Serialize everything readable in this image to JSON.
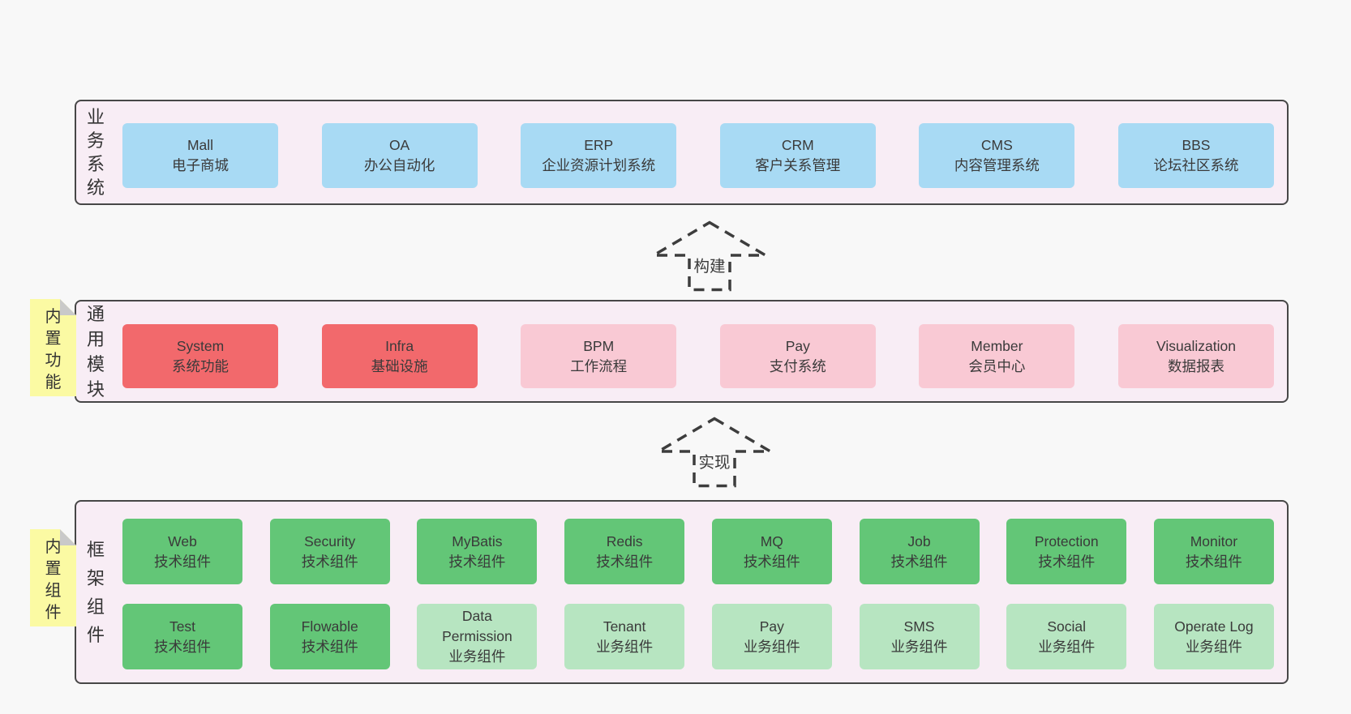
{
  "colors": {
    "page_bg": "#f8f8f8",
    "container_bg": "#f8edf5",
    "container_border": "#474747",
    "blue": "#a8daf4",
    "red": "#f2696c",
    "pink": "#f9c9d4",
    "green": "#63c677",
    "light_green": "#b7e5c1",
    "note_yellow": "#fbfaa3",
    "fold_gray": "#c9c9c9",
    "dash": "#3d3d3d",
    "text": "#3a3a3a"
  },
  "arrows": [
    {
      "label": "构建"
    },
    {
      "label": "实现"
    }
  ],
  "layers": [
    {
      "label": "业务系统",
      "rows": [
        [
          {
            "title": "Mall",
            "subtitle": "电子商城",
            "variant": "blue"
          },
          {
            "title": "OA",
            "subtitle": "办公自动化",
            "variant": "blue"
          },
          {
            "title": "ERP",
            "subtitle": "企业资源计划系统",
            "variant": "blue"
          },
          {
            "title": "CRM",
            "subtitle": "客户关系管理",
            "variant": "blue"
          },
          {
            "title": "CMS",
            "subtitle": "内容管理系统",
            "variant": "blue"
          },
          {
            "title": "BBS",
            "subtitle": "论坛社区系统",
            "variant": "blue"
          }
        ]
      ]
    },
    {
      "label": "通用模块",
      "note": "内置功能",
      "rows": [
        [
          {
            "title": "System",
            "subtitle": "系统功能",
            "variant": "red"
          },
          {
            "title": "Infra",
            "subtitle": "基础设施",
            "variant": "red"
          },
          {
            "title": "BPM",
            "subtitle": "工作流程",
            "variant": "pink"
          },
          {
            "title": "Pay",
            "subtitle": "支付系统",
            "variant": "pink"
          },
          {
            "title": "Member",
            "subtitle": "会员中心",
            "variant": "pink"
          },
          {
            "title": "Visualization",
            "subtitle": "数据报表",
            "variant": "pink"
          }
        ]
      ]
    },
    {
      "label": "框架组件",
      "note": "内置组件",
      "rows": [
        [
          {
            "title": "Web",
            "subtitle": "技术组件",
            "variant": "green"
          },
          {
            "title": "Security",
            "subtitle": "技术组件",
            "variant": "green"
          },
          {
            "title": "MyBatis",
            "subtitle": "技术组件",
            "variant": "green"
          },
          {
            "title": "Redis",
            "subtitle": "技术组件",
            "variant": "green"
          },
          {
            "title": "MQ",
            "subtitle": "技术组件",
            "variant": "green"
          },
          {
            "title": "Job",
            "subtitle": "技术组件",
            "variant": "green"
          },
          {
            "title": "Protection",
            "subtitle": "技术组件",
            "variant": "green"
          },
          {
            "title": "Monitor",
            "subtitle": "技术组件",
            "variant": "green"
          }
        ],
        [
          {
            "title": "Test",
            "subtitle": "技术组件",
            "variant": "green"
          },
          {
            "title": "Flowable",
            "subtitle": "技术组件",
            "variant": "green"
          },
          {
            "title": "Data Permission",
            "subtitle": "业务组件",
            "variant": "lightgreen"
          },
          {
            "title": "Tenant",
            "subtitle": "业务组件",
            "variant": "lightgreen"
          },
          {
            "title": "Pay",
            "subtitle": "业务组件",
            "variant": "lightgreen"
          },
          {
            "title": "SMS",
            "subtitle": "业务组件",
            "variant": "lightgreen"
          },
          {
            "title": "Social",
            "subtitle": "业务组件",
            "variant": "lightgreen"
          },
          {
            "title": "Operate Log",
            "subtitle": "业务组件",
            "variant": "lightgreen"
          }
        ]
      ]
    }
  ]
}
